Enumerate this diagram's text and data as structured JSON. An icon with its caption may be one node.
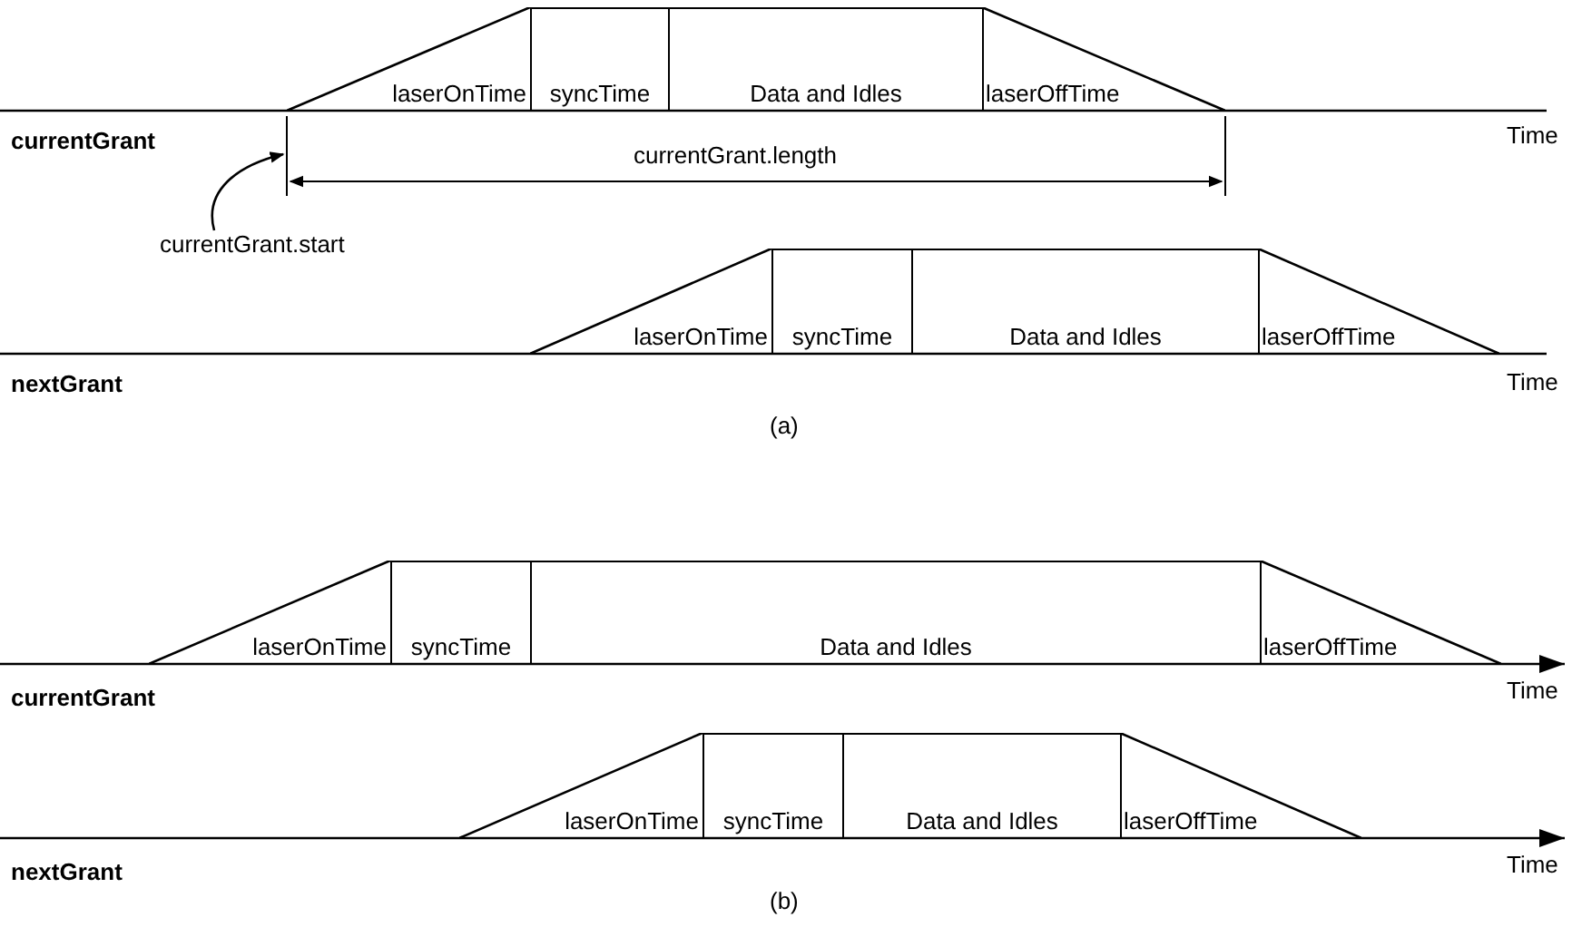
{
  "diagram": {
    "nodes": [
      {
        "text": [
          "laserOnTime"
        ]
      },
      {
        "text": [
          "syncTime"
        ]
      },
      {
        "text": [
          "Data and Idles"
        ]
      },
      {
        "text": [
          "laserOffTime"
        ]
      },
      {
        "text": [
          "laserOnTime"
        ]
      },
      {
        "text": [
          "syncTime"
        ]
      },
      {
        "text": [
          "Data and Idles"
        ]
      },
      {
        "text": [
          "laserOffTime"
        ]
      },
      {
        "text": [
          "laserOnTime"
        ]
      },
      {
        "text": [
          "syncTime"
        ]
      },
      {
        "text": [
          "Data and Idles"
        ]
      },
      {
        "text": [
          "laserOffTime"
        ]
      },
      {
        "text": [
          "laserOnTime"
        ]
      },
      {
        "text": [
          "syncTime"
        ]
      },
      {
        "text": [
          "Data and Idles"
        ]
      },
      {
        "text": [
          "laserOffTime"
        ]
      },
      {
        "text": [
          "currentGrant.start"
        ]
      }
    ],
    "edges": [
      {
        "from": 16,
        "to": 0,
        "arrow": "to"
      }
    ],
    "labels": [
      "currentGrant",
      "Time",
      "currentGrant.length",
      "nextGrant",
      "Time",
      "(a)",
      "currentGrant",
      "Time",
      "nextGrant",
      "Time",
      "(b)"
    ]
  }
}
